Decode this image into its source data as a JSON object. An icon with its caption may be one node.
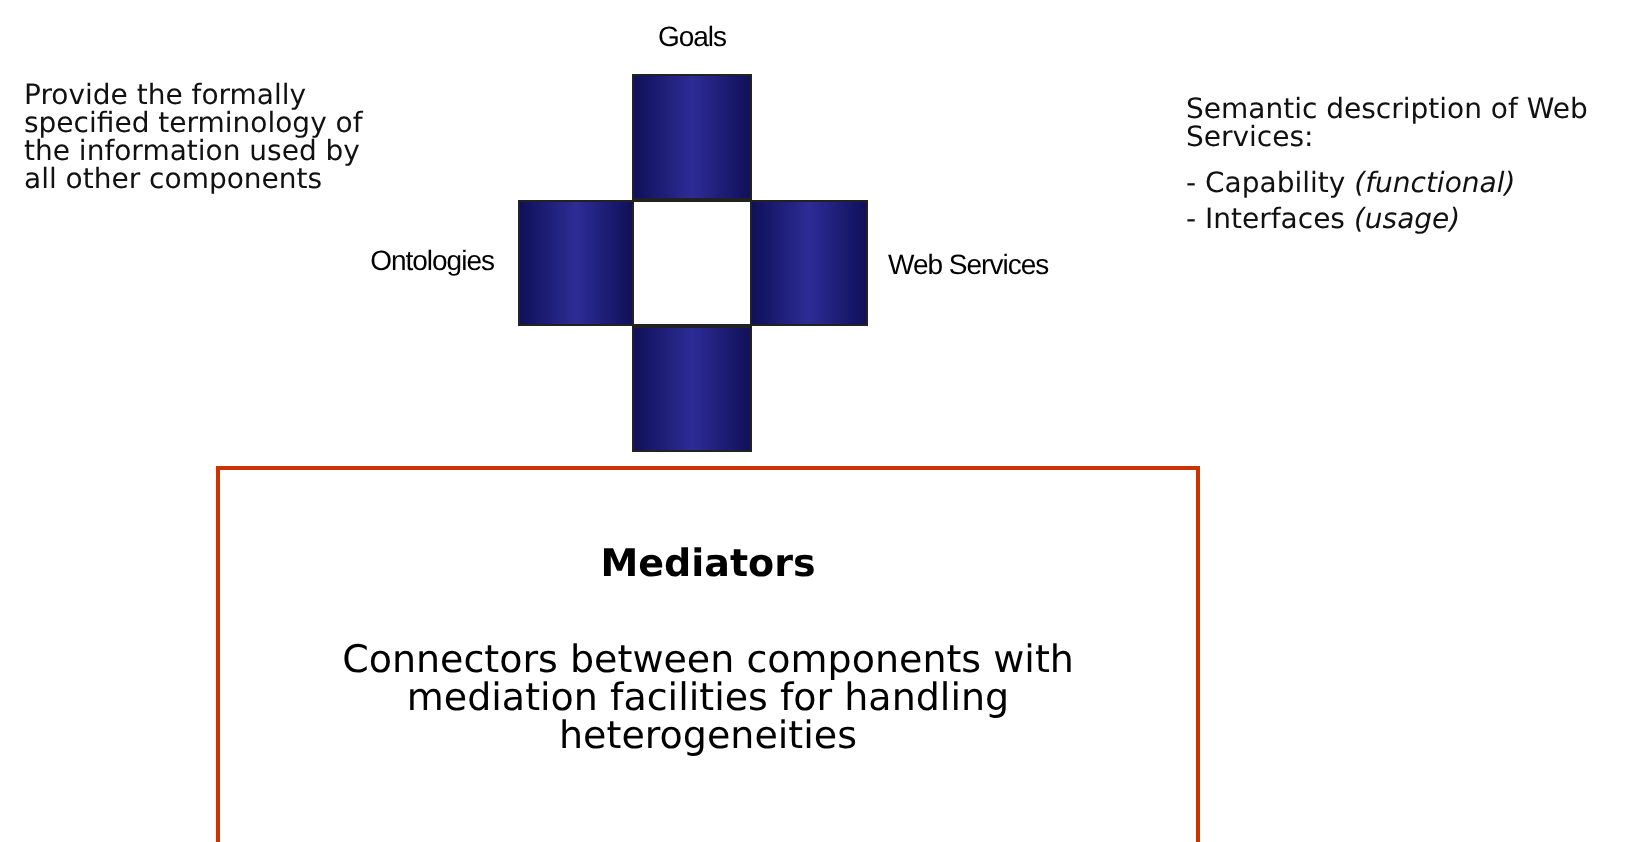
{
  "diagram": {
    "nodes": [
      {
        "text": [
          "Goals"
        ]
      },
      {
        "text": [
          "Ontologies"
        ]
      },
      {
        "text": [],
        "shape": "box"
      },
      {
        "text": [
          "Web Services"
        ]
      },
      {
        "text": [],
        "shape": "box"
      },
      {
        "text": [
          "Mediators",
          "Connectors between components with mediation facilities for handling heterogeneities"
        ]
      }
    ],
    "labels": [
      "Provide the formally specified terminology of the information used by all other components",
      "Semantic description of Web Services:",
      "- Capability *(functional)*",
      "- Interfaces *(usage)*"
    ]
  }
}
